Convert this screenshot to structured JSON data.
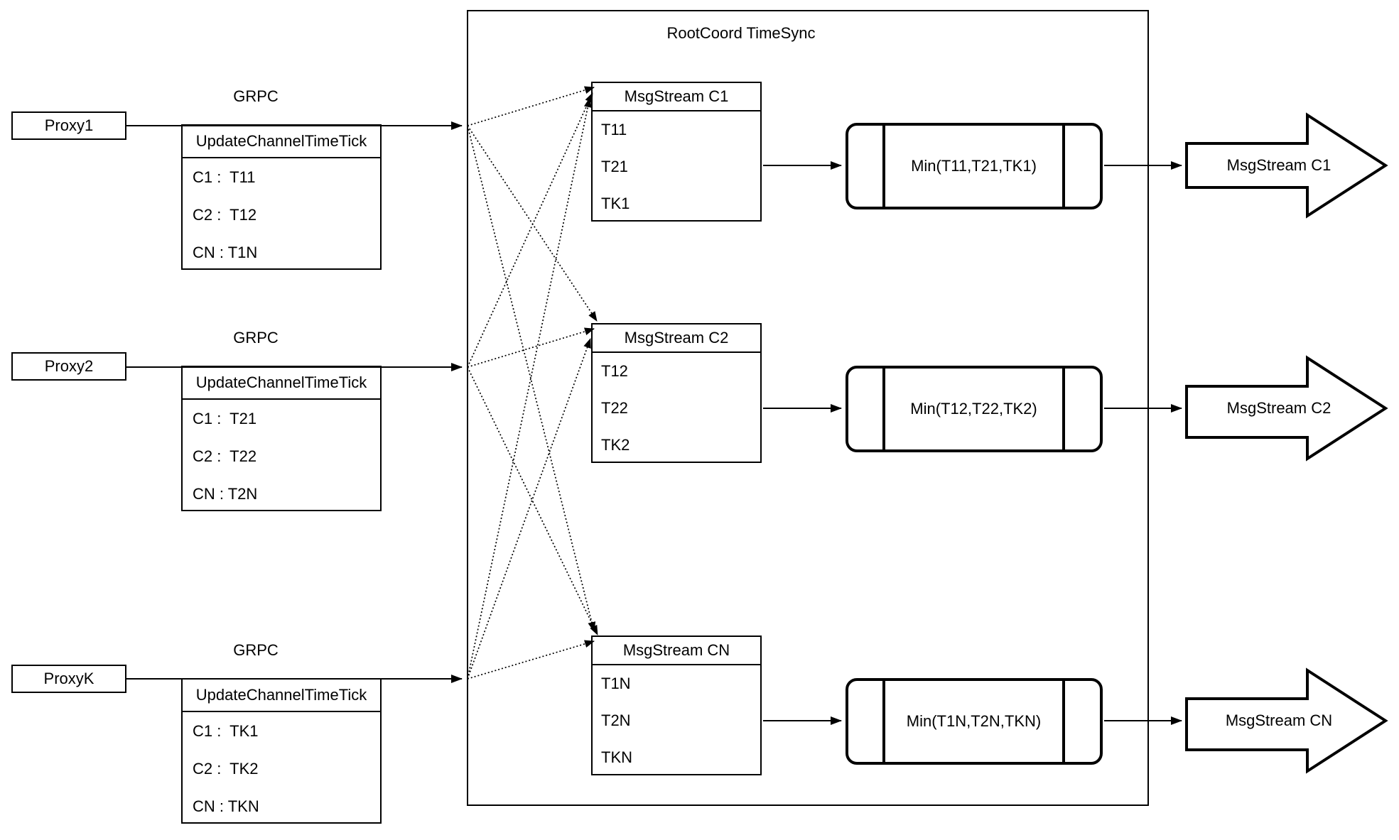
{
  "title": "RootCoord TimeSync",
  "colors": {
    "line": "#000000",
    "background": "#ffffff"
  },
  "proxies": [
    {
      "name": "Proxy1",
      "protocol_label": "GRPC",
      "table_header": "UpdateChannelTimeTick",
      "rows": [
        "C1 :  T11",
        "C2 :  T12",
        "CN : T1N"
      ]
    },
    {
      "name": "Proxy2",
      "protocol_label": "GRPC",
      "table_header": "UpdateChannelTimeTick",
      "rows": [
        "C1 :  T21",
        "C2 :  T22",
        "CN : T2N"
      ]
    },
    {
      "name": "ProxyK",
      "protocol_label": "GRPC",
      "table_header": "UpdateChannelTimeTick",
      "rows": [
        "C1 :  TK1",
        "C2 :  TK2",
        "CN : TKN"
      ]
    }
  ],
  "streams": [
    {
      "table_header": "MsgStream C1",
      "rows": [
        "T11",
        "T21",
        "TK1"
      ],
      "min_label": "Min(T11,T21,TK1)",
      "output_label": "MsgStream C1"
    },
    {
      "table_header": "MsgStream C2",
      "rows": [
        "T12",
        "T22",
        "TK2"
      ],
      "min_label": "Min(T12,T22,TK2)",
      "output_label": "MsgStream C2"
    },
    {
      "table_header": "MsgStream CN",
      "rows": [
        "T1N",
        "T2N",
        "TKN"
      ],
      "min_label": "Min(T1N,T2N,TKN)",
      "output_label": "MsgStream CN"
    }
  ]
}
